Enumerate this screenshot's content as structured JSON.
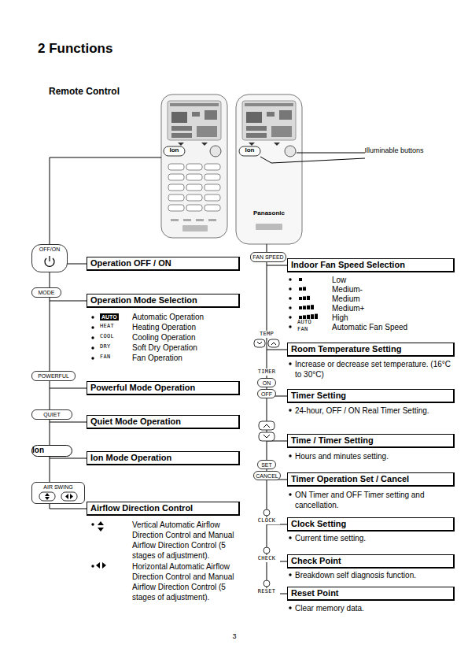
{
  "diagram": {
    "title": "2 Functions",
    "nodes": [
      {
        "text": [
          "OFF/ON"
        ]
      },
      {
        "text": [
          "Operation OFF / ON"
        ]
      },
      {
        "text": [
          "MODE"
        ]
      },
      {
        "text": [
          "Operation Mode Selection"
        ]
      },
      {
        "text": [
          "POWERFUL"
        ]
      },
      {
        "text": [
          "Powerful Mode Operation"
        ]
      },
      {
        "text": [
          "QUIET"
        ]
      },
      {
        "text": [
          "Quiet Mode Operation"
        ]
      },
      {
        "text": [
          "Ion"
        ]
      },
      {
        "text": [
          "Ion Mode Operation"
        ]
      },
      {
        "text": [
          "AIR SWING"
        ]
      },
      {
        "text": [
          "Airflow Direction Control"
        ]
      },
      {
        "text": [
          "FAN SPEED"
        ]
      },
      {
        "text": [
          "Indoor Fan Speed Selection"
        ]
      },
      {
        "text": [
          "Room Temperature Setting"
        ]
      },
      {
        "text": [
          "ON"
        ]
      },
      {
        "text": [
          "OFF"
        ]
      },
      {
        "text": [
          "Timer Setting"
        ]
      },
      {
        "text": [
          "Time / Timer Setting"
        ]
      },
      {
        "text": [
          "SET"
        ]
      },
      {
        "text": [
          "CANCEL"
        ]
      },
      {
        "text": [
          "Timer Operation Set / Cancel"
        ]
      },
      {
        "text": [
          "Clock Setting"
        ]
      },
      {
        "text": [
          "Check Point"
        ]
      },
      {
        "text": [
          "Reset Point"
        ]
      }
    ],
    "labels": [
      "Remote Control",
      "Ion",
      "Ion",
      "Panasonic",
      "Illuminable buttons",
      "AUTO",
      "Automatic Operation",
      "HEAT",
      "Heating Operation",
      "COOL",
      "Cooling Operation",
      "DRY",
      "Soft Dry Operation",
      "FAN",
      "Fan Operation",
      "Vertical Automatic Airflow Direction Control and Manual Airflow Direction Control (5 stages of adjustment).",
      "Horizontal Automatic Airflow Direction Control and Manual Airflow Direction Control (5 stages of adjustment).",
      "Low",
      "Medium-",
      "Medium",
      "Medium+",
      "High",
      "AUTO FAN",
      "Automatic Fan Speed",
      "TEMP",
      "Increase or decrease set temperature. (16°C to 30°C)",
      "TIMER",
      "24-hour, OFF / ON Real Timer Setting.",
      "Hours and minutes setting.",
      "ON Timer and OFF Timer setting and cancellation.",
      "CLOCK",
      "Current time setting.",
      "CHECK",
      "Breakdown self diagnosis function.",
      "RESET",
      "Clear memory data.",
      "3"
    ]
  }
}
